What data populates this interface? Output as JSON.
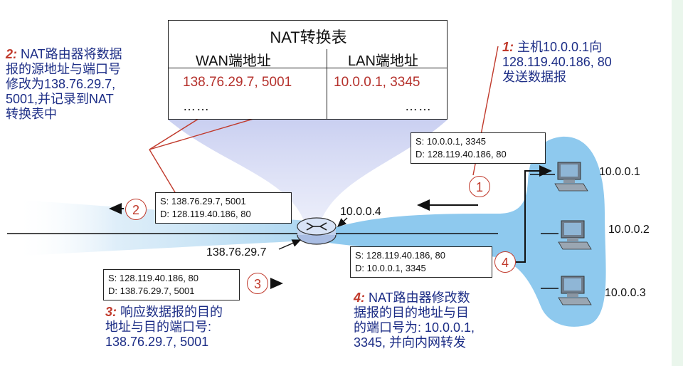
{
  "nat_table": {
    "title": "NAT转换表",
    "col_wan": "WAN端地址",
    "col_lan": "LAN端地址",
    "wan_value": "138.76.29.7, 5001",
    "lan_value": "10.0.0.1, 3345",
    "dots_left": "……",
    "dots_right": "……"
  },
  "notes": {
    "n1_step": "1:",
    "n1_text": " 主机10.0.0.1向\n128.119.40.186, 80\n发送数据报",
    "n2_step": "2:",
    "n2_text": " NAT路由器将数据\n报的源地址与端口号\n修改为138.76.29.7,\n5001,并记录到NAT\n转换表中",
    "n3_step": "3:",
    "n3_text": " 响应数据报的目的\n地址与目的端口号:\n 138.76.29.7, 5001",
    "n4_step": "4:",
    "n4_text": " NAT路由器修改数\n据报的目的地址与目\n的端口号为: 10.0.0.1,\n3345, 并向内网转发"
  },
  "packets": {
    "p1_src": "S: 10.0.0.1, 3345",
    "p1_dst": "D: 128.119.40.186, 80",
    "p2_src": "S: 138.76.29.7, 5001",
    "p2_dst": "D: 128.119.40.186, 80",
    "p3_src": "S: 128.119.40.186, 80",
    "p3_dst": "D: 138.76.29.7, 5001",
    "p4_src": "S: 128.119.40.186, 80",
    "p4_dst": "D: 10.0.0.1, 3345"
  },
  "steps": [
    "1",
    "2",
    "3",
    "4"
  ],
  "addresses": {
    "router_lan": "10.0.0.4",
    "router_wan": "138.76.29.7",
    "host1": "10.0.0.1",
    "host2": "10.0.0.2",
    "host3": "10.0.0.3"
  },
  "colors": {
    "accent_red": "#c0392b",
    "note_blue": "#1c2d86",
    "lan_blue": "#8ec9ee"
  }
}
